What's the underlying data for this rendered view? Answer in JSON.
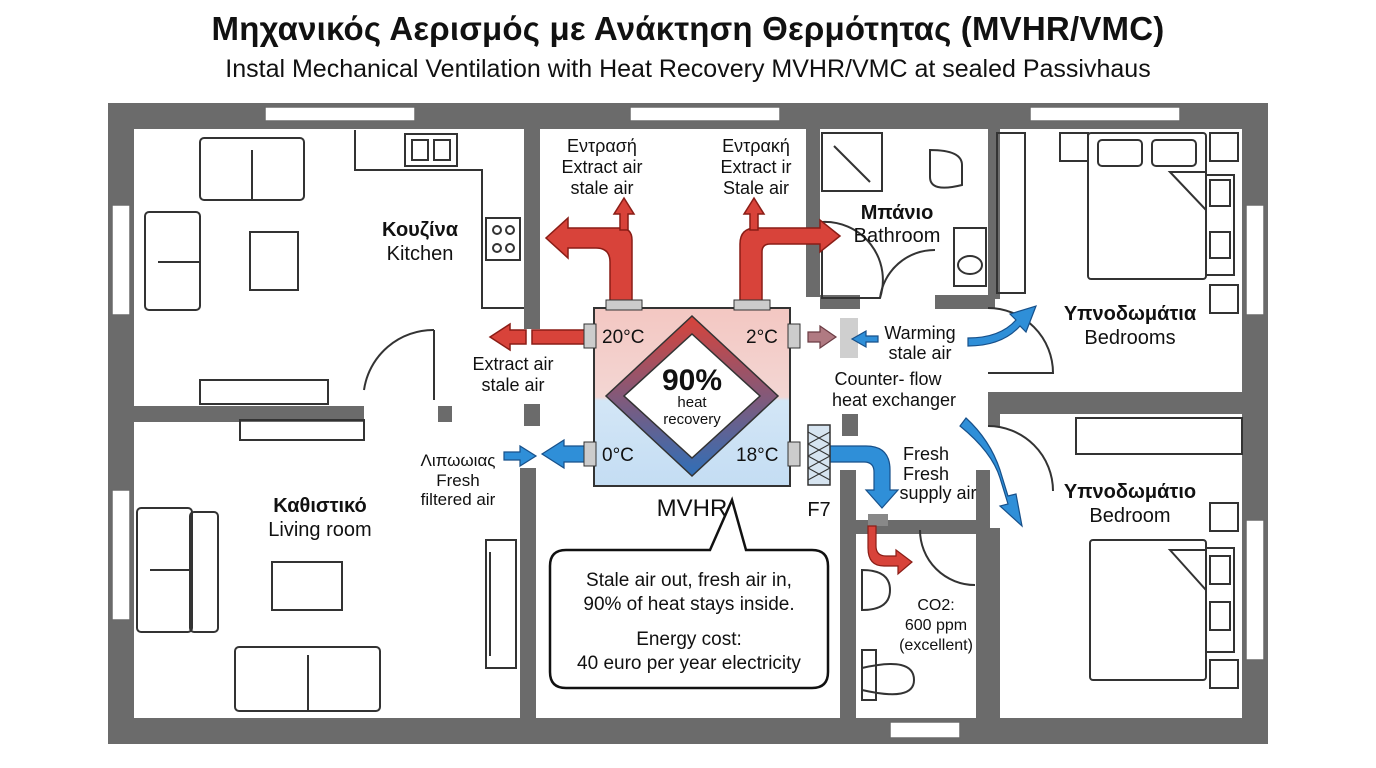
{
  "header": {
    "title": "Μηχανικός Αερισμός με Ανάκτηση Θερμότητας (MVHR/VMC)",
    "subtitle": "Instal Mechanical Ventilation with Heat Recovery MVHR/VMC at sealed Passivhaus"
  },
  "rooms": {
    "kitchen": {
      "gr": "Κουζίνα",
      "en": "Kitchen"
    },
    "living": {
      "gr": "Καθιστικό",
      "en": "Living room"
    },
    "bathroom": {
      "gr": "Μπάνιο",
      "en": "Bathroom"
    },
    "bedrooms": {
      "gr": "Υπνοδωμάτια",
      "en": "Bedrooms"
    },
    "bedroom": {
      "gr": "Υπνοδωμάτιο",
      "en": "Bedroom"
    }
  },
  "labels": {
    "extract_top_left": [
      "Εντρασή",
      "Extract air",
      "stale air"
    ],
    "extract_top_right": [
      "Εντρακή",
      "Extract ir",
      "Stale air"
    ],
    "extract_left": [
      "Extract air",
      "stale air"
    ],
    "fresh_left": [
      "Λιπωωιας",
      "Fresh",
      "filtered air"
    ],
    "warming": [
      "Warming",
      "stale air"
    ],
    "counterflow": [
      "Counter- flow",
      "heat exchanger"
    ],
    "fresh_supply": [
      "Fresh",
      "Fresh",
      "supply air"
    ],
    "co2": [
      "CO2:",
      "600 ppm",
      "(excellent)"
    ],
    "filter": "F7",
    "unit": "MVHR"
  },
  "exchanger": {
    "temp_tl": "20°C",
    "temp_tr": "2°C",
    "temp_bl": "0°C",
    "temp_br": "18°C",
    "efficiency": "90%",
    "efficiency_sub": [
      "heat",
      "recovery"
    ]
  },
  "callout": {
    "line1": "Stale air out, fresh air in,",
    "line2": "90% of heat stays inside.",
    "line3": "Energy cost:",
    "line4": "40 euro per year electricity"
  },
  "colors": {
    "wall": "#6b6b6b",
    "warm_arrow": "#d8433a",
    "cool_arrow": "#2f8fd8",
    "warm_fill": "#f2c4c0",
    "cool_fill": "#c8dff3"
  }
}
